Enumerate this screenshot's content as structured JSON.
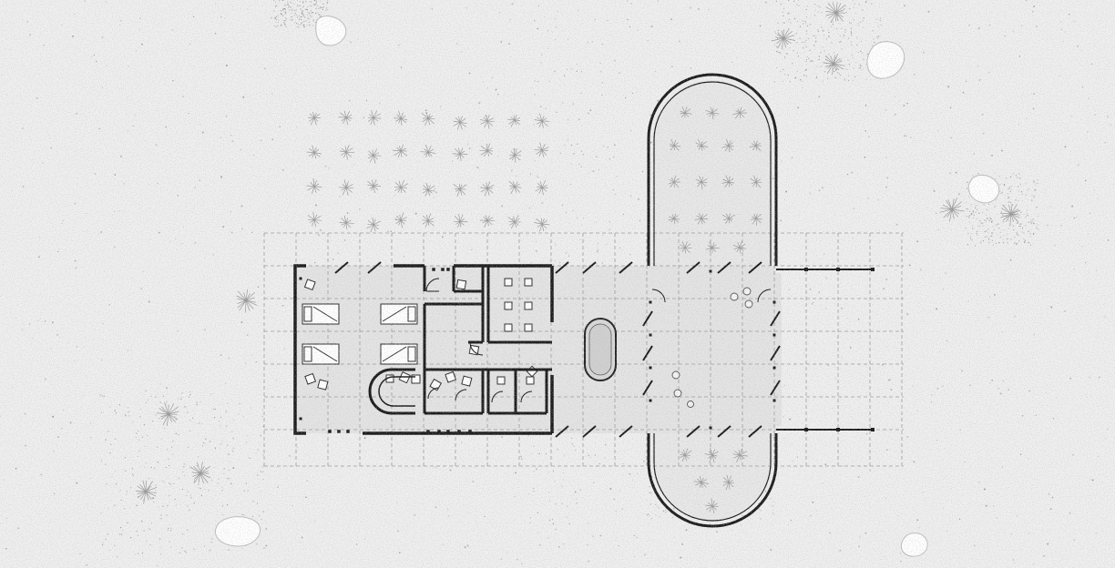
{
  "drawing": {
    "type": "architectural-floor-plan",
    "labels": [],
    "colors": {
      "ground": "#efefef",
      "interior": "#e3e3e3",
      "garden": "#e9e9e9",
      "wall": "#1a1a1a",
      "grid": "#9a9a9a",
      "speckle": "#8a8a8a",
      "rock": "#ffffff"
    },
    "elements": [
      "site-ground",
      "structural-grid",
      "left-building-block",
      "bedrooms-with-beds",
      "shower-rooms",
      "curved-bathroom",
      "central-hall-with-oval-pool",
      "pavilion-column-hall",
      "north-oval-garden",
      "south-oval-garden",
      "east-pergola",
      "tree-rows",
      "boulders"
    ]
  }
}
